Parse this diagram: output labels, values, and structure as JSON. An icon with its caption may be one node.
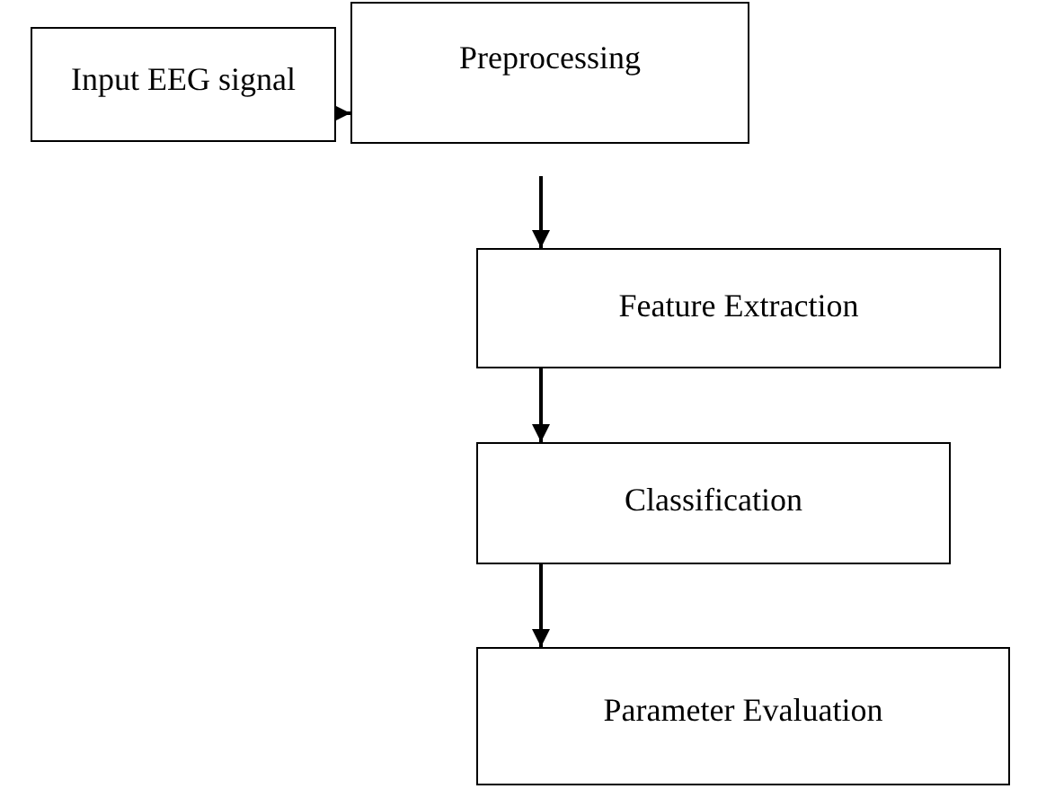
{
  "diagram": {
    "nodes": [
      {
        "text": [
          "Input EEG signal"
        ]
      },
      {
        "text": [
          "Preprocessing"
        ]
      },
      {
        "text": [
          "Feature Extraction"
        ]
      },
      {
        "text": [
          "Classification"
        ]
      },
      {
        "text": [
          "Parameter Evaluation"
        ]
      }
    ],
    "edges": [
      {
        "from": 0,
        "to": 1,
        "arrow": "to"
      },
      {
        "from": 1,
        "to": 2,
        "arrow": "to"
      },
      {
        "from": 2,
        "to": 3,
        "arrow": "to"
      },
      {
        "from": 3,
        "to": 4,
        "arrow": "to"
      }
    ]
  }
}
